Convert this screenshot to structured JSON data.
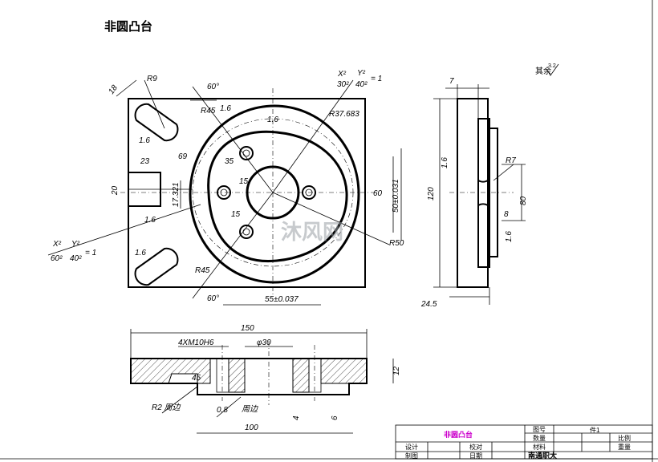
{
  "drawing": {
    "title": "非圆凸台",
    "roughness_note": "其余",
    "roughness_value": "3.2",
    "watermark": "沐风网"
  },
  "top_view_labels": {
    "r9": "R9",
    "dim_18": "18",
    "angle_60_top": "60°",
    "angle_60_bottom": "60°",
    "r45_top": "R45",
    "r45_bottom": "R45",
    "rough_16a": "1.6",
    "rough_16b": "1.6",
    "rough_16c": "1.6",
    "rough_16d": "1.6",
    "rough_16e": "1.6",
    "ellipse_top_lhs_x": "X²",
    "ellipse_top_lhs_d": "30²",
    "ellipse_top_rhs_y": "Y²",
    "ellipse_top_rhs_d": "40²",
    "ellipse_top_eq": "= 1",
    "ellipse_left_lhs_x": "X²",
    "ellipse_left_lhs_d": "60²",
    "ellipse_left_rhs_y": "Y²",
    "ellipse_left_rhs_d": "40²",
    "ellipse_left_eq": "= 1",
    "r37683": "R37.683",
    "dim_69": "69",
    "dim_23": "23",
    "dim_20": "20",
    "dim_35": "35",
    "dim_17321": "17.321",
    "dim_15a": "15",
    "dim_15b": "15",
    "dim_60": "60",
    "dim_50": "50±0.031",
    "r50": "R50",
    "dim_55": "55±0.037"
  },
  "side_view_labels": {
    "dim_7": "7",
    "dim_120": "120",
    "r7": "R7",
    "dim_80": "80",
    "dim_8": "8",
    "dim_245": "24.5",
    "rough_16": "1.6",
    "rough_16b": "1.6"
  },
  "section_view_labels": {
    "dim_150": "150",
    "dim_4xm10": "4XM10H6",
    "dim_phi30": "φ30",
    "dim_12": "12",
    "dim_r2": "R2 周边",
    "dim_08": "0.8",
    "zhoubian": "周边",
    "dim_4": "4",
    "dim_6": "6",
    "dim_100": "100",
    "dim_45": "45"
  },
  "title_block": {
    "part_name": "非圆凸台",
    "drawing_no_label": "图号",
    "drawing_no_value": "件1",
    "qty_label": "数量",
    "scale_label": "比例",
    "material_label": "材料",
    "weight_label": "重量",
    "designer_label": "设计",
    "checker_label": "校对",
    "drafter_label": "制图",
    "date_label": "日期",
    "school": "南通职大"
  },
  "colors": {
    "part_name": "#cc00cc",
    "line": "#000000",
    "watermark": "#9aa0a6"
  }
}
